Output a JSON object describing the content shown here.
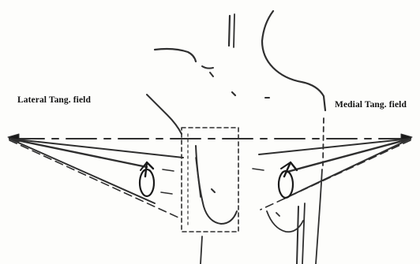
{
  "labels": {
    "lateral_field": "Lateral Tang. field",
    "medial_field": "Medial Tang. field"
  },
  "colors": {
    "ink": "#2f2f2f",
    "ink_light": "#4a4a4a",
    "background": "#fdfdfb"
  },
  "icons": {
    "left_beam_source": "triangle-apex",
    "right_beam_source": "triangle-apex",
    "left_gantry": "gantry-arrow-icon",
    "right_gantry": "gantry-arrow-icon"
  }
}
